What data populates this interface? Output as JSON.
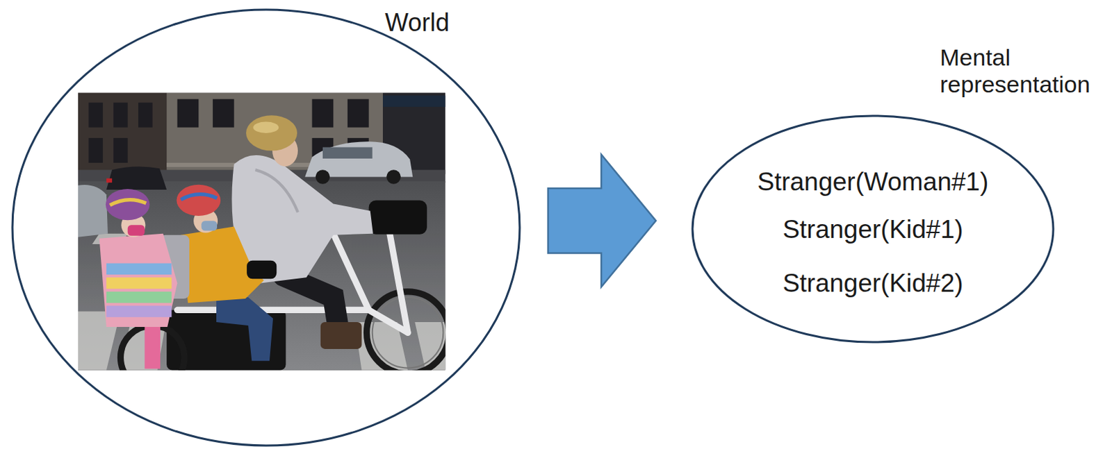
{
  "diagram": {
    "nodes": [
      {
        "text": [
          "World"
        ]
      },
      {
        "text": [
          "Mental representation",
          "Stranger(Woman#1)",
          "Stranger(Kid#1)",
          "Stranger(Kid#2)"
        ]
      }
    ],
    "edges": [
      {
        "from": 0,
        "to": 1,
        "arrow": "to"
      }
    ]
  }
}
